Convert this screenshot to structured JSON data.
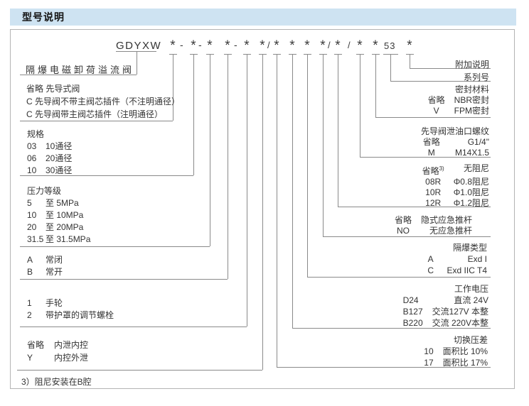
{
  "header": {
    "title": "型号说明"
  },
  "colors": {
    "header_bg": "#cee3f2",
    "line_gray": "#8a8a8a",
    "panel_border": "#b4b4b4"
  },
  "code": {
    "prefix": "GDYXW",
    "star": "*",
    "dash": "-",
    "slash": "/",
    "series_digits": "53"
  },
  "left": {
    "valve_name": "隔爆电磁卸荷溢流阀",
    "pilot": {
      "l1": "省略 先导式阀",
      "l2": "C 先导阀不带主阀芯插件（不注明通径）",
      "l3": "C 先导阀带主阀芯插件（注明通径）"
    },
    "size": {
      "title": "规格",
      "rows": [
        {
          "k": "03",
          "v": "10通径"
        },
        {
          "k": "06",
          "v": "20通径"
        },
        {
          "k": "10",
          "v": "30通径"
        }
      ]
    },
    "pressure": {
      "title": "压力等级",
      "rows": [
        {
          "k": "5",
          "v": "至 5MPa"
        },
        {
          "k": "10",
          "v": "至 10MPa"
        },
        {
          "k": "20",
          "v": "至 20MPa"
        },
        {
          "k": "31.5",
          "v": "至 31.5MPa"
        }
      ]
    },
    "state": {
      "rows": [
        {
          "k": "A",
          "v": "常闭"
        },
        {
          "k": "B",
          "v": "常开"
        }
      ]
    },
    "adjust": {
      "rows": [
        {
          "k": "1",
          "v": "手轮"
        },
        {
          "k": "2",
          "v": "带护罩的调节螺栓"
        }
      ]
    },
    "drain": {
      "rows": [
        {
          "k": "省略",
          "v": "内泄内控"
        },
        {
          "k": "Y",
          "v": "内控外泄"
        }
      ]
    },
    "footnote": "3）阻尼安装在B腔"
  },
  "right": {
    "extra": {
      "title": "附加说明"
    },
    "series": {
      "title": "系列号"
    },
    "seal": {
      "title": "密封材料",
      "rows": [
        {
          "k": "省略",
          "v": "NBR密封"
        },
        {
          "k": "V",
          "v": "FPM密封"
        }
      ]
    },
    "thread": {
      "title": "先导阀泄油口螺纹",
      "rows": [
        {
          "k": "省略",
          "v": "G1/4\""
        },
        {
          "k": "M",
          "v": "M14X1.5"
        }
      ]
    },
    "damping": {
      "sup": "3)",
      "rows": [
        {
          "k": "省略",
          "v": "无阻尼"
        },
        {
          "k": "08R",
          "v": "Φ0.8阻尼"
        },
        {
          "k": "10R",
          "v": "Φ1.0阻尼"
        },
        {
          "k": "12R",
          "v": "Φ1.2阻尼"
        }
      ]
    },
    "pushrod": {
      "rows": [
        {
          "k": "省略",
          "v": "隐式应急推杆"
        },
        {
          "k": "NO",
          "v": "无应急推杆"
        }
      ]
    },
    "exproof": {
      "title": "隔爆类型",
      "rows": [
        {
          "k": "A",
          "v": "Exd I"
        },
        {
          "k": "C",
          "v": "Exd IIC T4"
        }
      ]
    },
    "voltage": {
      "title": "工作电压",
      "rows": [
        {
          "k": "D24",
          "v": "直流 24V"
        },
        {
          "k": "B127",
          "v": "交流127V 本整"
        },
        {
          "k": "B220",
          "v": "交流 220V本整"
        }
      ]
    },
    "diff": {
      "title": "切换压差",
      "rows": [
        {
          "k": "10",
          "v": "面积比 10%"
        },
        {
          "k": "17",
          "v": "面积比 17%"
        }
      ]
    }
  }
}
